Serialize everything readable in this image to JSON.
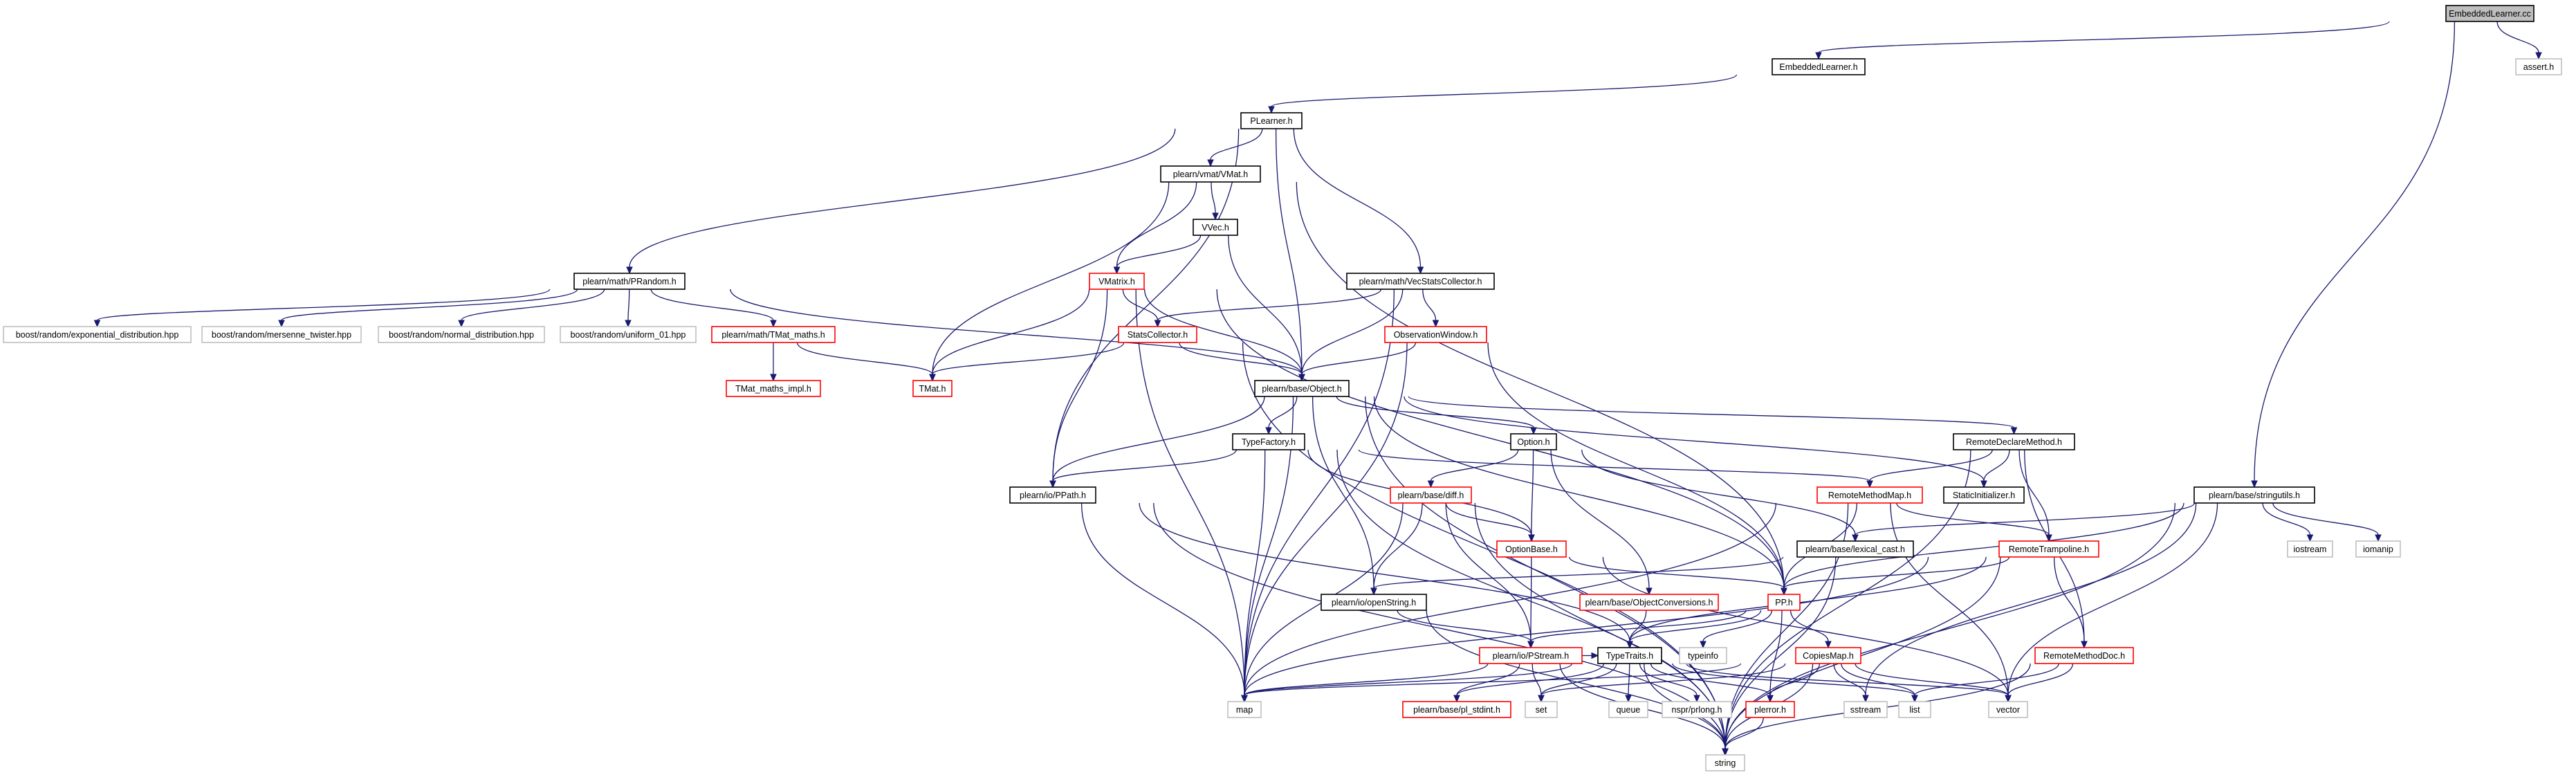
{
  "nodes": {
    "embeddedlearner_cc": "EmbeddedLearner.cc",
    "embeddedlearner_h": "EmbeddedLearner.h",
    "assert_h": "assert.h",
    "plearner_h": "PLearner.h",
    "vmat_h": "plearn/vmat/VMat.h",
    "vvec_h": "VVec.h",
    "vmatrix_h": "VMatrix.h",
    "prandom_h": "plearn/math/PRandom.h",
    "vecstatscollector_h": "plearn/math/VecStatsCollector.h",
    "boost_exponential": "boost/random/exponential_distribution.hpp",
    "boost_mersenne": "boost/random/mersenne_twister.hpp",
    "boost_normal": "boost/random/normal_distribution.hpp",
    "boost_uniform": "boost/random/uniform_01.hpp",
    "tmat_maths_h": "plearn/math/TMat_maths.h",
    "tmat_maths_impl_h": "TMat_maths_impl.h",
    "tmat_h": "TMat.h",
    "statscollector_h": "StatsCollector.h",
    "observationwindow_h": "ObservationWindow.h",
    "object_h": "plearn/base/Object.h",
    "typefactory_h": "TypeFactory.h",
    "option_h": "Option.h",
    "remotedeclaremethod_h": "RemoteDeclareMethod.h",
    "ppath_h": "plearn/io/PPath.h",
    "diff_h": "plearn/base/diff.h",
    "remotemethodmap_h": "RemoteMethodMap.h",
    "staticinitializer_h": "StaticInitializer.h",
    "stringutils_h": "plearn/base/stringutils.h",
    "iostream": "iostream",
    "iomanip": "iomanip",
    "lexical_cast_h": "plearn/base/lexical_cast.h",
    "optionbase_h": "OptionBase.h",
    "remotetrampoline_h": "RemoteTrampoline.h",
    "openstring_h": "plearn/io/openString.h",
    "objectconversions_h": "plearn/base/ObjectConversions.h",
    "pp_h": "PP.h",
    "typeinfo": "typeinfo",
    "pstream_h": "plearn/io/PStream.h",
    "typetraits_h": "TypeTraits.h",
    "copiesmap_h": "CopiesMap.h",
    "remotemethoddoc_h": "RemoteMethodDoc.h",
    "pl_stdint_h": "plearn/base/pl_stdint.h",
    "map": "map",
    "set": "set",
    "queue": "queue",
    "nspr_prlong_h": "nspr/prlong.h",
    "plerror_h": "plerror.h",
    "sstream": "sstream",
    "list": "list",
    "vector": "vector",
    "string": "string"
  },
  "colors": {
    "edge": "#191970",
    "node_border_documented": "#000000",
    "node_border_undocumented": "#ff0000",
    "node_border_external": "#bfbfbf",
    "root_fill": "#bfbfbf"
  }
}
